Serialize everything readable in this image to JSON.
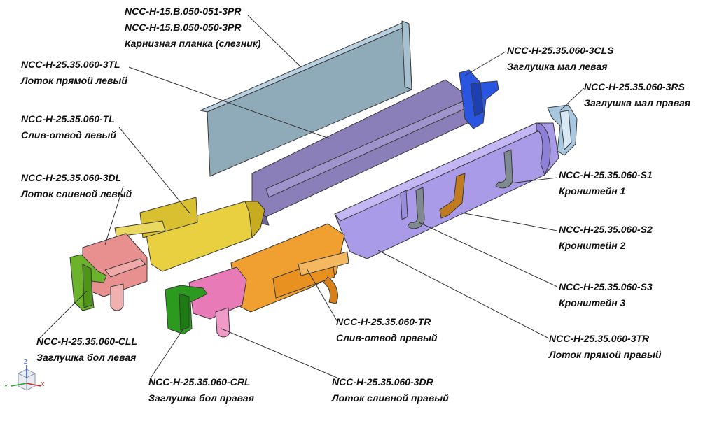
{
  "labels": {
    "drip_edge": {
      "line1": "NCC-H-15.B.050-051-3PR",
      "line2": "NCC-H-15.B.050-050-3PR",
      "line3": "Карнизная планка (слезник)"
    },
    "straight_left": {
      "code": "NCC-H-25.35.060-3TL",
      "name": "Лоток прямой левый"
    },
    "drain_outlet_left": {
      "code": "NCC-H-25.35.060-TL",
      "name": "Слив-отвод левый"
    },
    "drain_tray_left": {
      "code": "NCC-H-25.35.060-3DL",
      "name": "Лоток сливной левый"
    },
    "end_cap_big_left": {
      "code": "NCC-H-25.35.060-CLL",
      "name": "Заглушка бол левая"
    },
    "end_cap_big_right": {
      "code": "NCC-H-25.35.060-CRL",
      "name": "Заглушка бол правая"
    },
    "drain_tray_right": {
      "code": "NCC-H-25.35.060-3DR",
      "name": "Лоток сливной правый"
    },
    "drain_outlet_right": {
      "code": "NCC-H-25.35.060-TR",
      "name": "Слив-отвод правый"
    },
    "straight_right": {
      "code": "NCC-H-25.35.060-3TR",
      "name": "Лоток прямой правый"
    },
    "bracket_3": {
      "code": "NCC-H-25.35.060-S3",
      "name": "Кронштейн 3"
    },
    "bracket_2": {
      "code": "NCC-H-25.35.060-S2",
      "name": "Кронштейн 2"
    },
    "bracket_1": {
      "code": "NCC-H-25.35.060-S1",
      "name": "Кронштейн 1"
    },
    "end_cap_small_right": {
      "code": "NCC-H-25.35.060-3RS",
      "name": "Заглушка мал правая"
    },
    "end_cap_small_left": {
      "code": "NCC-H-25.35.060-3CLS",
      "name": "Заглушка мал левая"
    }
  },
  "axis_triad": {
    "x": "X",
    "y": "Y",
    "z": "Z"
  },
  "colors": {
    "drip_edge": "#8faab8",
    "straight_left": "#8a7fb8",
    "straight_right": "#a99be8",
    "drain_outlet_left": "#e8d040",
    "drain_tray_left": "#e89090",
    "end_cap_big_left": "#6ab32a",
    "end_cap_big_right": "#2c9a1e",
    "drain_outlet_right": "#f0a030",
    "drain_tray_right": "#e87ab8",
    "bracket": "#7f8a90",
    "bracket_2": "#c07a20",
    "end_cap_small_left": "#2a55e0",
    "end_cap_small_right": "#a8c8e0"
  }
}
